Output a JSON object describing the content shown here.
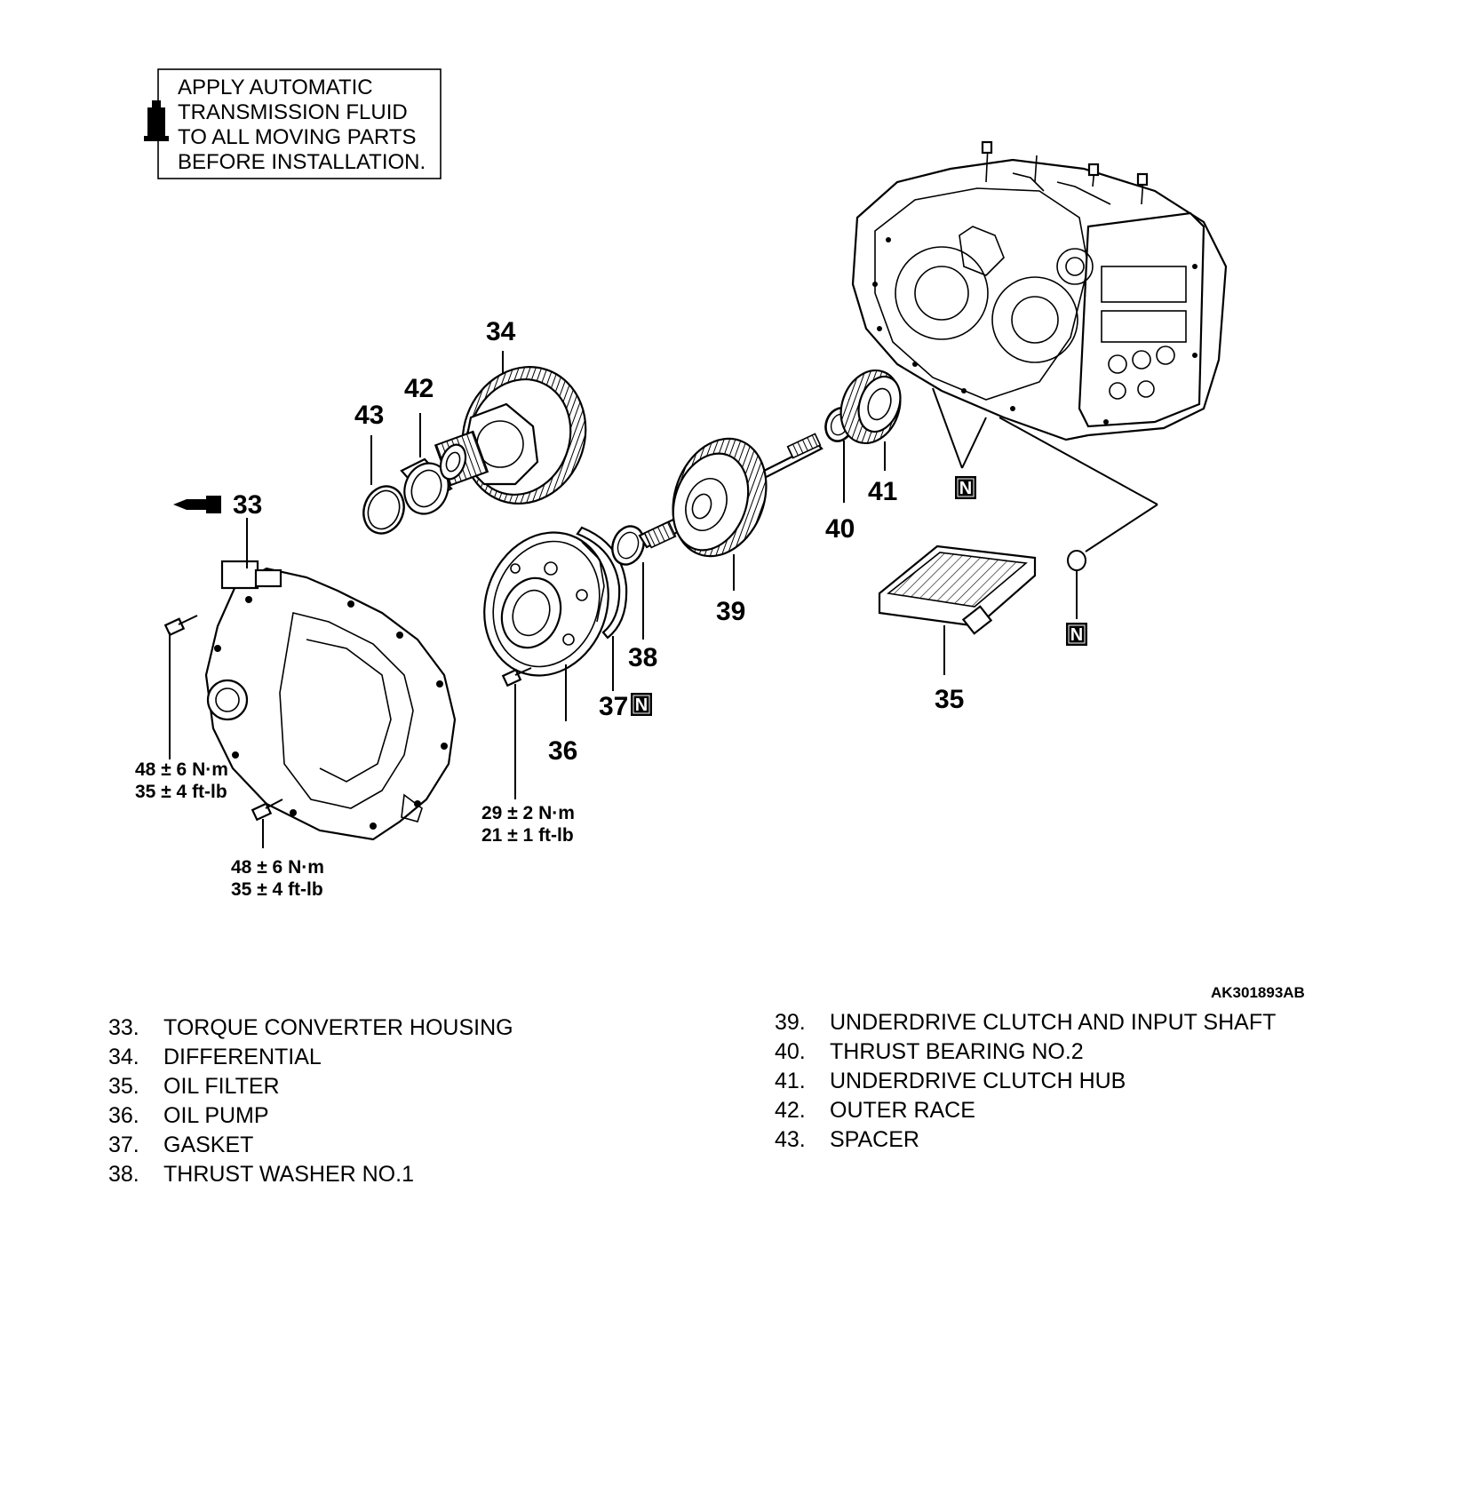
{
  "note": {
    "lines": [
      "APPLY AUTOMATIC",
      "TRANSMISSION FLUID",
      "TO ALL MOVING PARTS",
      "BEFORE INSTALLATION."
    ],
    "icon": "fluid-bottle-icon"
  },
  "callouts": {
    "c33": "33",
    "c34": "34",
    "c35": "35",
    "c36": "36",
    "c37": "37",
    "c38": "38",
    "c39": "39",
    "c40": "40",
    "c41": "41",
    "c42": "42",
    "c43": "43"
  },
  "new_part_mark": "N",
  "torque": {
    "housing_upper": [
      "48 ± 6 N·m",
      "35 ± 4 ft-lb"
    ],
    "housing_lower": [
      "48 ± 6 N·m",
      "35 ± 4 ft-lb"
    ],
    "oil_pump": [
      "29 ± 2 N·m",
      "21 ± 1 ft-lb"
    ]
  },
  "figure_id": "AK301893AB",
  "legend": {
    "left": [
      {
        "num": "33.",
        "name": "TORQUE CONVERTER HOUSING"
      },
      {
        "num": "34.",
        "name": "DIFFERENTIAL"
      },
      {
        "num": "35.",
        "name": "OIL FILTER"
      },
      {
        "num": "36.",
        "name": "OIL PUMP"
      },
      {
        "num": "37.",
        "name": "GASKET"
      },
      {
        "num": "38.",
        "name": "THRUST WASHER NO.1"
      }
    ],
    "right": [
      {
        "num": "39.",
        "name": "UNDERDRIVE CLUTCH AND INPUT SHAFT"
      },
      {
        "num": "40.",
        "name": "THRUST BEARING NO.2"
      },
      {
        "num": "41.",
        "name": "UNDERDRIVE CLUTCH HUB"
      },
      {
        "num": "42.",
        "name": "OUTER RACE"
      },
      {
        "num": "43.",
        "name": "SPACER"
      }
    ]
  }
}
